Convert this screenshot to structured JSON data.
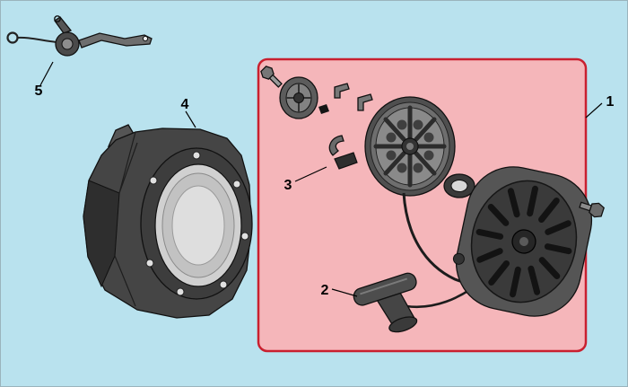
{
  "colors": {
    "background": "#b9e2ee",
    "highlight_box_fill": "#f5b6ba",
    "highlight_box_border": "#c9202f",
    "part_dark": "#454545",
    "line": "#111111"
  },
  "callouts": [
    {
      "label": "1",
      "part": "recoil-starter-assembly"
    },
    {
      "label": "2",
      "part": "starter-handle"
    },
    {
      "label": "3",
      "part": "pawl-set"
    },
    {
      "label": "4",
      "part": "fan-housing"
    },
    {
      "label": "5",
      "part": "stop-switch"
    }
  ]
}
